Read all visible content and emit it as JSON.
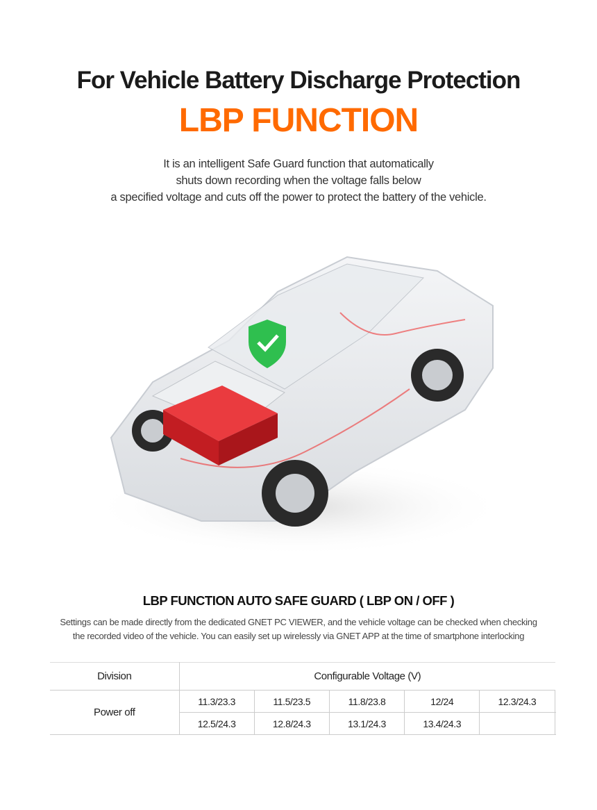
{
  "header": {
    "title": "For Vehicle Battery Discharge Protection",
    "subtitle": "LBP FUNCTION",
    "description": [
      "It is an intelligent Safe Guard function that automatically",
      "shuts down recording when the voltage falls below",
      "a specified voltage and cuts off the power to protect the battery of the vehicle."
    ]
  },
  "colors": {
    "accent": "#ff6a00",
    "shield": "#2fbf4f",
    "battery": "#d8262b"
  },
  "section": {
    "title": "LBP FUNCTION AUTO SAFE GUARD ( LBP ON / OFF )",
    "text": [
      "Settings can be made directly from the dedicated GNET PC VIEWER, and the vehicle voltage can be checked when checking",
      "the recorded video of the vehicle. You can easily set up wirelessly via GNET APP at the time of smartphone interlocking"
    ]
  },
  "table": {
    "headers": [
      "Division",
      "Configurable Voltage (V)"
    ],
    "row_label": "Power off",
    "values": [
      [
        "11.3/23.3",
        "11.5/23.5",
        "11.8/23.8",
        "12/24",
        "12.3/24.3",
        ""
      ],
      [
        "12.5/24.3",
        "12.8/24.3",
        "13.1/24.3",
        "13.4/24.3",
        "",
        ""
      ]
    ]
  }
}
